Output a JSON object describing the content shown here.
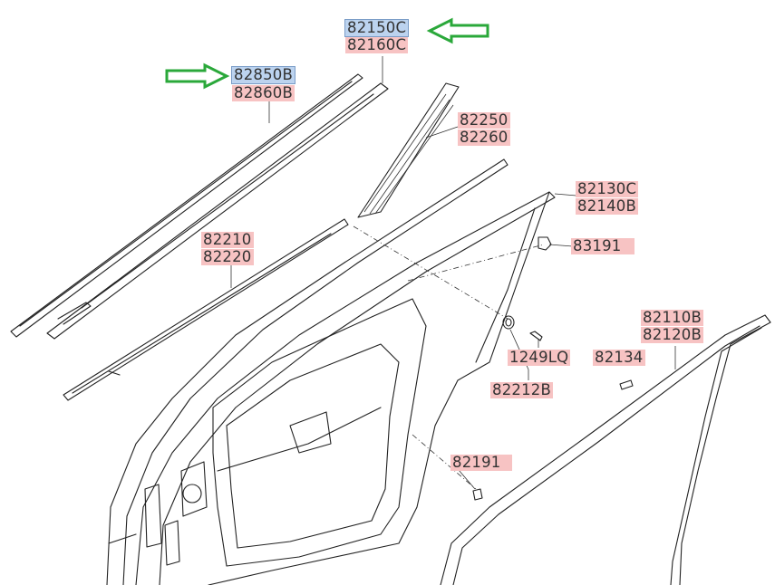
{
  "labels": {
    "p82150c": "82150C",
    "p82160c": "82160C",
    "p82850b": "82850B",
    "p82860b": "82860B",
    "p82250": "82250",
    "p82260": "82260",
    "p82130c": "82130C",
    "p82140b": "82140B",
    "p83191": "83191",
    "p82210": "82210",
    "p82220": "82220",
    "p82110b": "82110B",
    "p82120b": "82120B",
    "p1249lq": "1249LQ",
    "p82134": "82134",
    "p82212b": "82212B",
    "p82191": "82191"
  },
  "colors": {
    "label_highlight": "#f7c3c3",
    "selected_highlight": "#bcd3ef",
    "arrow": "#2aa83a",
    "line": "#222222"
  },
  "icons": {
    "arrow_1": "left-pointing-arrow",
    "arrow_2": "right-pointing-arrow"
  }
}
